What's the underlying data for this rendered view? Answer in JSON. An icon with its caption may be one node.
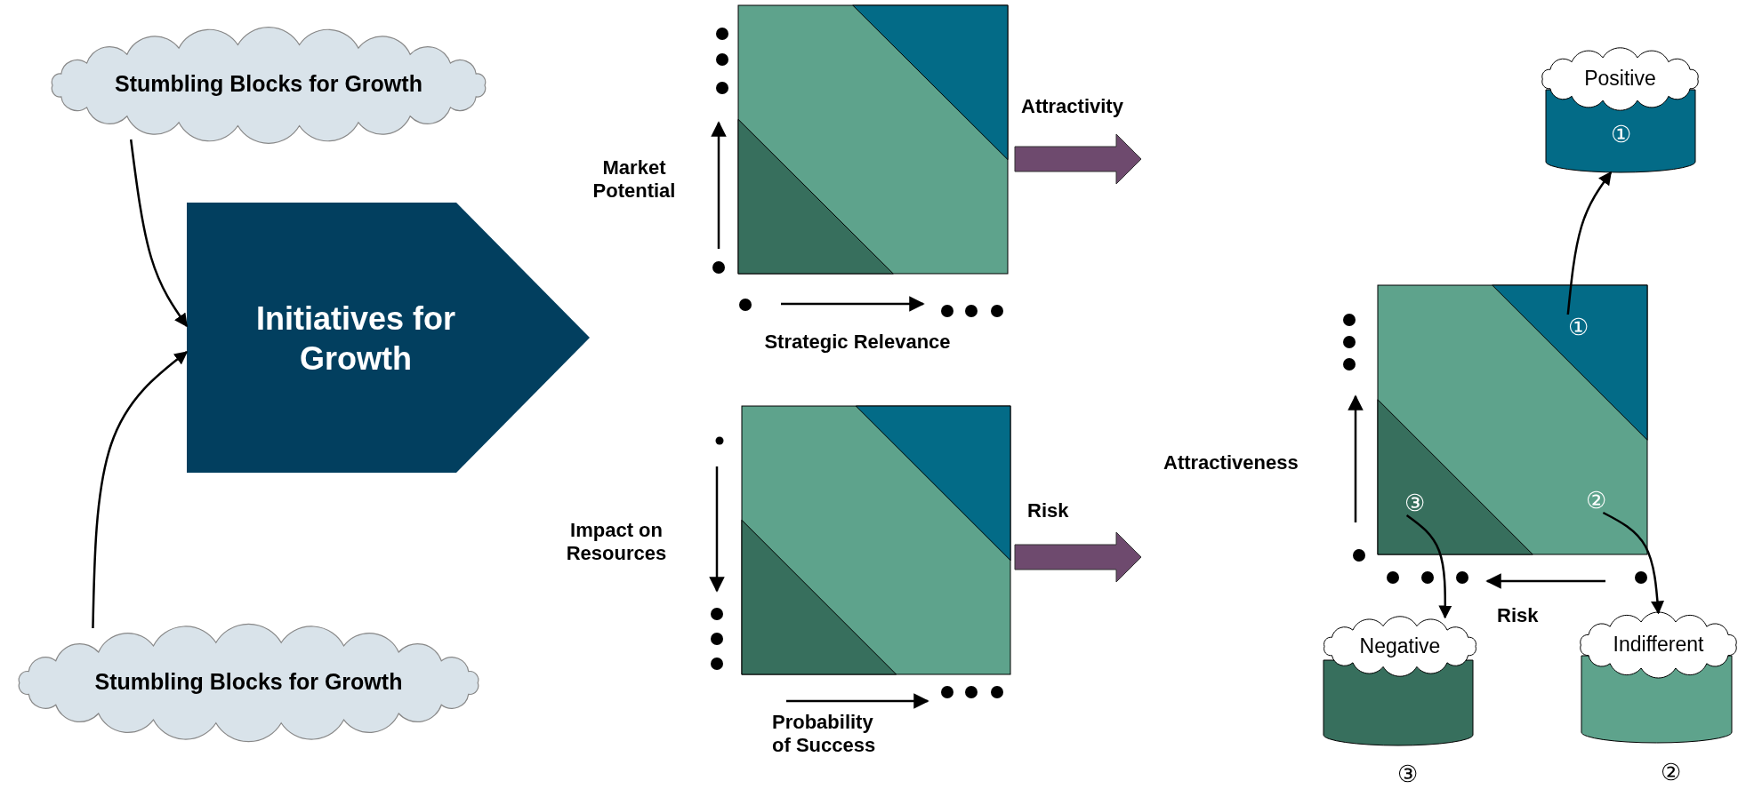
{
  "diagram": {
    "nodes": [
      {
        "text": [
          "Stumbling Blocks for Growth"
        ]
      },
      {
        "text": [
          "Initiatives for Growth"
        ]
      },
      {
        "text": [
          "Stumbling Blocks for Growth"
        ]
      },
      {
        "text": [
          "Positive",
          "①"
        ]
      },
      {
        "text": [
          "①"
        ]
      },
      {
        "text": [
          "③"
        ]
      },
      {
        "text": [
          "②"
        ]
      },
      {
        "text": [
          "Negative"
        ],
        "beside": [
          "③"
        ]
      },
      {
        "text": [
          "Indifferent"
        ],
        "beside": [
          "②"
        ]
      }
    ],
    "edges": [
      {
        "from": 0,
        "to": 1,
        "arrow": "to"
      },
      {
        "from": 2,
        "to": 1,
        "arrow": "to"
      },
      {
        "from": 4,
        "to": 3,
        "arrow": "to"
      },
      {
        "from": 6,
        "to": 8,
        "arrow": "to"
      },
      {
        "from": 5,
        "to": 7,
        "arrow": "to"
      }
    ],
    "labels": [
      "Market Potential",
      "Attractivity",
      "Strategic Relevance",
      "Impact on Resources",
      "Risk",
      "Attractiveness",
      "Probability of Success",
      "Risk"
    ]
  }
}
